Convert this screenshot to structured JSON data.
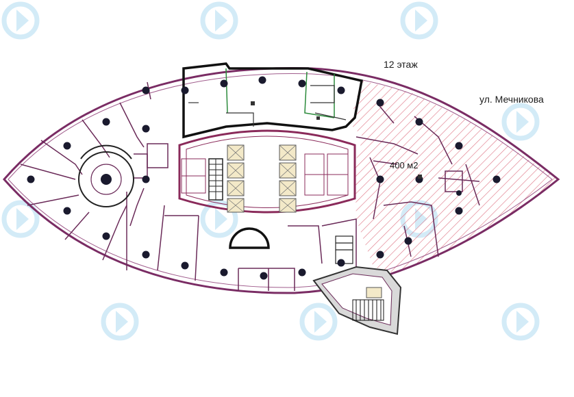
{
  "floor_label": "12 этаж",
  "street_label": "ул. Мечникова",
  "area_label": "400 м2",
  "colors": {
    "outline": "#7a2c64",
    "hatch": "#e07a8a",
    "core": "#8a2a5a",
    "wall": "#111111",
    "column": "#1a1a2e",
    "watermark": "#cfe9f7"
  },
  "icons": [
    "watermark-icon",
    "column-icon",
    "stair-icon",
    "elevator-icon"
  ]
}
